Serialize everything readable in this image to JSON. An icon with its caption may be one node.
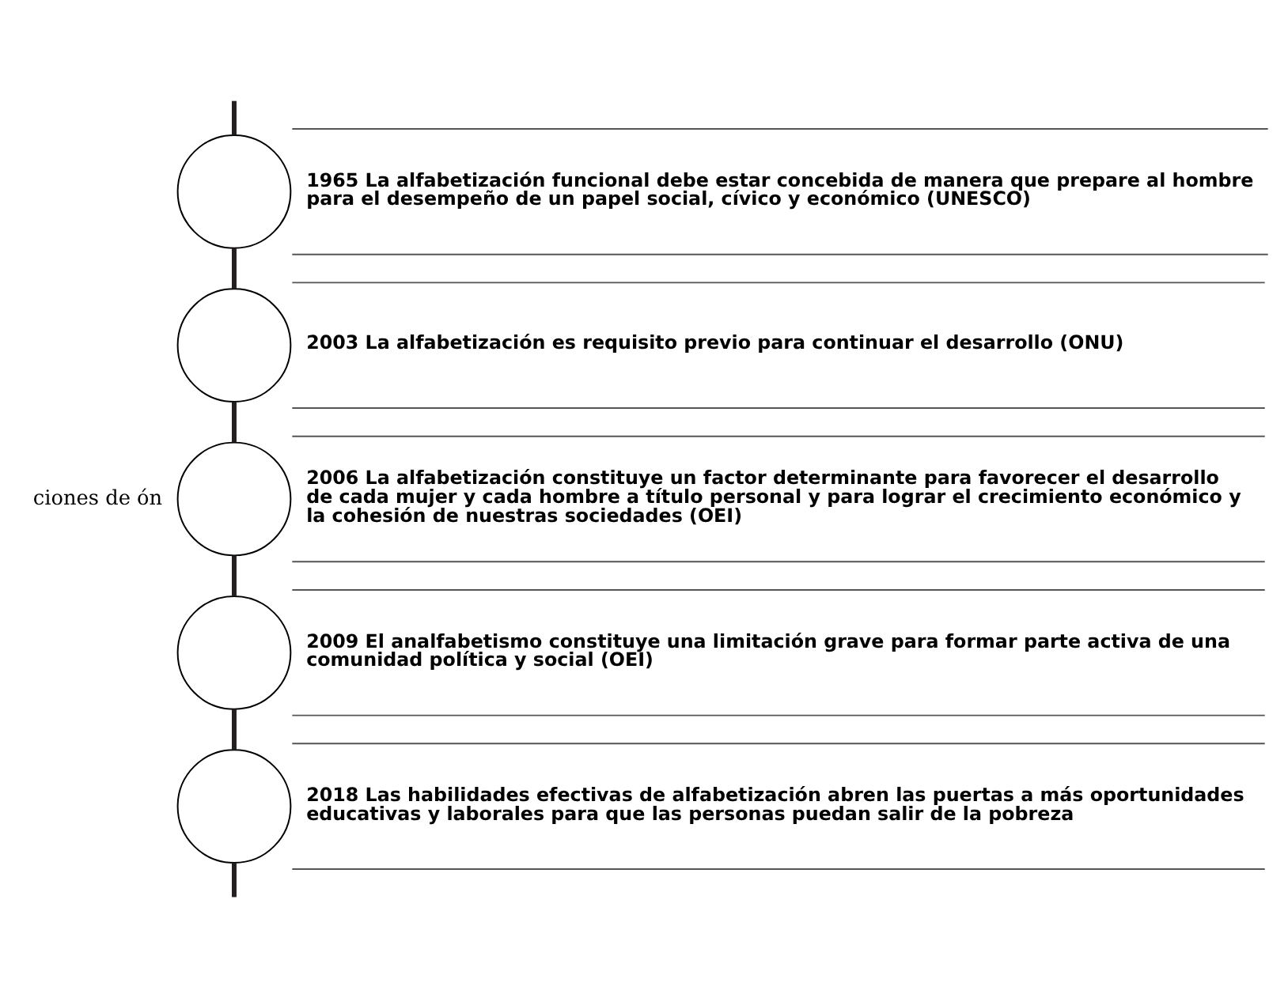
{
  "diagram": {
    "nodes": [
      {
        "text": [],
        "shape": "circle"
      },
      {
        "text": [
          "1965 La alfabetización funcional debe estar concebida de manera que prepare al hombre para el desempeño de un papel social, cívico y económico (UNESCO)"
        ]
      },
      {
        "text": [],
        "shape": "circle"
      },
      {
        "text": [
          "2003 La alfabetización es requisito previo para continuar el desarrollo (ONU)"
        ]
      },
      {
        "text": [],
        "shape": "circle"
      },
      {
        "text": [
          "2006 La alfabetización constituye un factor determinante para favorecer el desarrollo de cada mujer y cada hombre a título personal y para lograr el crecimiento económico y la cohesión de nuestras sociedades (OEI)"
        ]
      },
      {
        "text": [],
        "shape": "circle"
      },
      {
        "text": [
          "2009 El analfabetismo constituye una limitación grave para formar parte activa de una comunidad política y social (OEI)"
        ]
      },
      {
        "text": [],
        "shape": "circle"
      },
      {
        "text": [
          "2018 Las habilidades efectivas de alfabetización abren las puertas a más oportunidades educativas y laborales para que las personas puedan salir de la pobreza"
        ]
      }
    ],
    "edges": [
      {
        "from": null,
        "to": 0,
        "arrow": "none"
      },
      {
        "from": 0,
        "to": 2,
        "arrow": "none"
      },
      {
        "from": 2,
        "to": 4,
        "arrow": "none"
      },
      {
        "from": 4,
        "to": 6,
        "arrow": "none"
      },
      {
        "from": 6,
        "to": 8,
        "arrow": "none"
      },
      {
        "from": 8,
        "to": null,
        "arrow": "none"
      }
    ],
    "labels": [
      "ciones de ón"
    ]
  }
}
